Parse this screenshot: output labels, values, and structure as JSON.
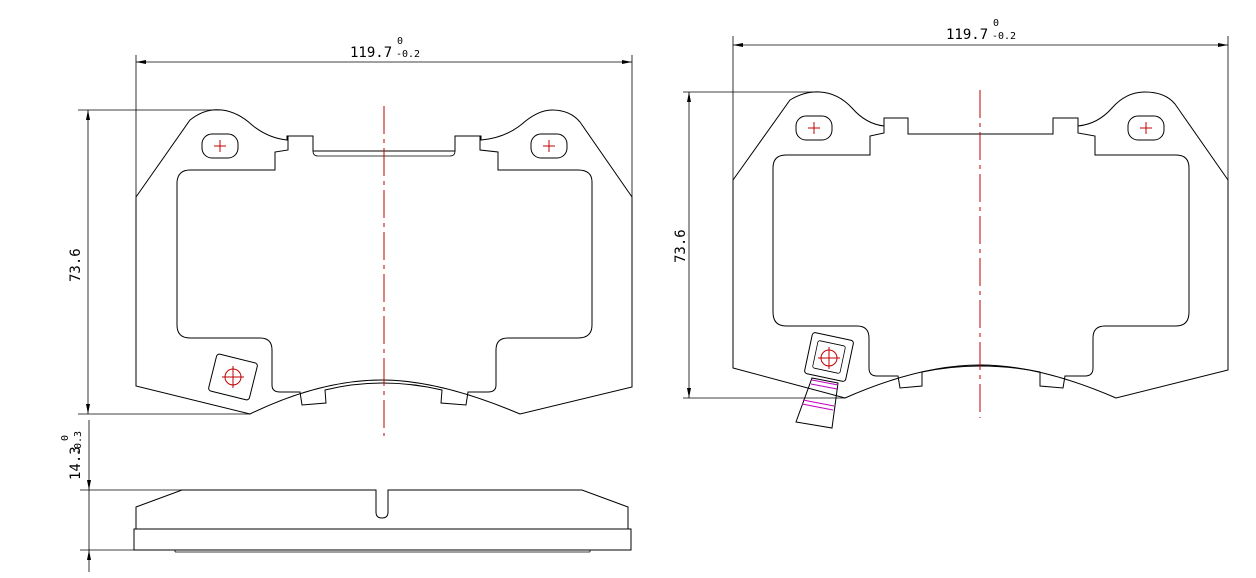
{
  "dimensions": {
    "left_width": {
      "value": "119.7",
      "upper_tol": "0",
      "lower_tol": "-0.2"
    },
    "right_width": {
      "value": "119.7",
      "upper_tol": "0",
      "lower_tol": "-0.2"
    },
    "left_height": {
      "value": "73.6"
    },
    "right_height": {
      "value": "73.6"
    },
    "thickness": {
      "value": "14.3",
      "upper_tol": "0",
      "lower_tol": "-0.3"
    }
  },
  "colors": {
    "outline": "#000000",
    "center_line": "#c00000",
    "wear_sensor": "#c000c0"
  }
}
